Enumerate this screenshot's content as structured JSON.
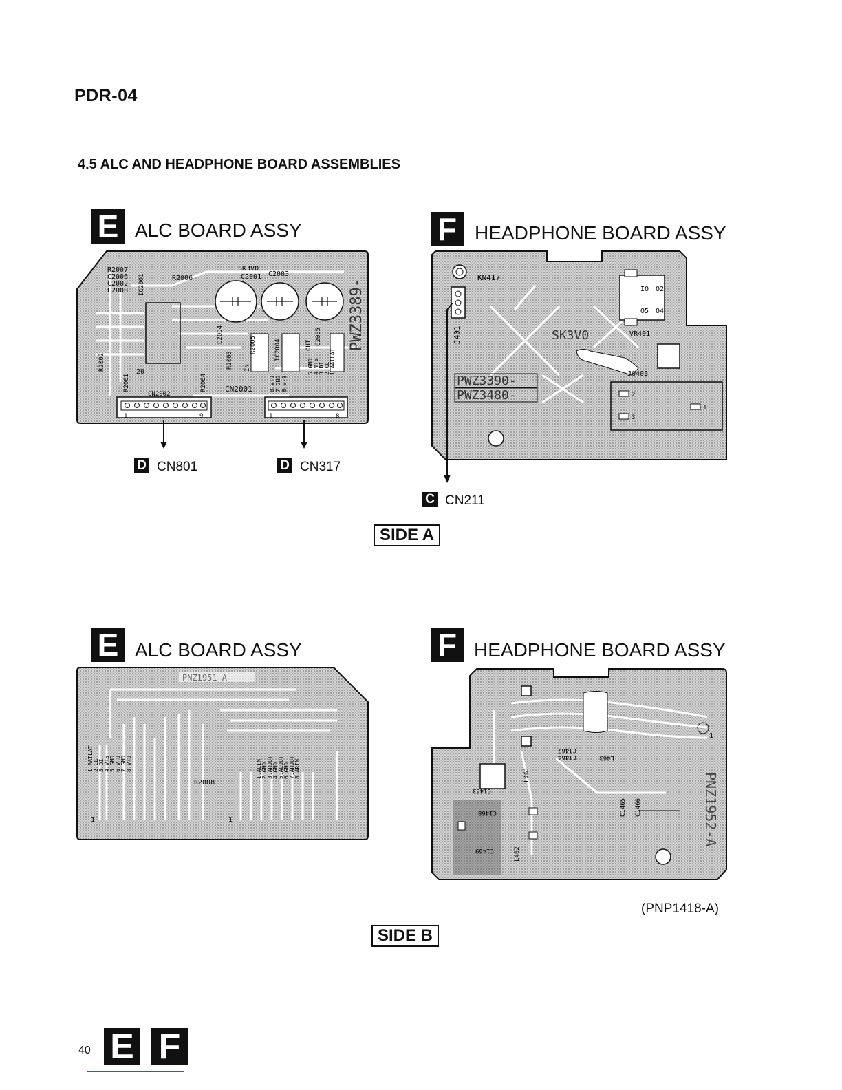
{
  "header": {
    "model": "PDR-04"
  },
  "section": {
    "title": "4.5 ALC AND HEADPHONE BOARD ASSEMBLIES"
  },
  "side_a": {
    "label": "SIDE A",
    "alc": {
      "badge": "E",
      "title": "ALC BOARD ASSY",
      "pcb_code": "PWZ3389-",
      "labels": {
        "r2007": "R2007",
        "c2006": "C2006",
        "c2002": "C2002",
        "c2008": "C2008",
        "ic2001": "IC2001",
        "r2006": "R2006",
        "sk3v0": "SK3V0",
        "c2001": "C2001",
        "c2003": "C2003",
        "r2002": "R2002",
        "r2001": "R2001",
        "pin20": "20",
        "cn2002": "CN2002",
        "c2004": "C2004",
        "r2003": "R2003",
        "r2004": "R2004",
        "r2005": "R2005",
        "ic2004": "IC2004",
        "c2005": "C2005",
        "cn2001": "CN2001",
        "pins_left": [
          "8.V+9",
          "7.GND",
          "6.V-9"
        ],
        "pins_right": [
          "5.GND",
          "4.V+5",
          "3.DI",
          "2.CL",
          "1.AATLAT"
        ],
        "in": "IN",
        "out": "OUT",
        "cn_left_start": "1",
        "cn_left_end": "9",
        "cn_right_start": "1",
        "cn_right_end": "8"
      },
      "connectors": [
        {
          "badge": "D",
          "name": "CN801"
        },
        {
          "badge": "D",
          "name": "CN317"
        }
      ]
    },
    "headphone": {
      "badge": "F",
      "title": "HEADPHONE BOARD ASSY",
      "pcb_codes": [
        "PWZ3390-",
        "PWZ3480-"
      ],
      "labels": {
        "kn417": "KN417",
        "j401": "J401",
        "sk3v0": "SK3V0",
        "vr401": "VR401",
        "jq403": "JQ403",
        "vr_pins": [
          "IO",
          "O2",
          "O5",
          "O4"
        ],
        "j_pins": [
          "2",
          "3",
          "1"
        ]
      },
      "connector": {
        "badge": "C",
        "name": "CN211"
      }
    }
  },
  "side_b": {
    "label": "SIDE B",
    "alc": {
      "badge": "E",
      "title": "ALC BOARD ASSY",
      "pcb_code": "PNZ1951-A",
      "labels": {
        "left_pins": [
          "1.AATLAT",
          "2.CL",
          "3.DI",
          "4.V+5",
          "5.GND",
          "6.V-9",
          "7.GND",
          "8.V+9"
        ],
        "right_pins": [
          "1.ALIN",
          "2.GND",
          "3.AROUT",
          "4.GND",
          "5.ALOUT",
          "6.GND",
          "7.AROUT",
          "8.ARIN"
        ],
        "r2008": "R2008",
        "pin1_left": "1",
        "pin1_right": "1"
      }
    },
    "headphone": {
      "badge": "F",
      "title": "HEADPHONE BOARD ASSY",
      "pcb_code": "PNZ1952-A",
      "labels": {
        "c1467": "C1467",
        "c1464": "C1464",
        "l463": "L463",
        "c1463": "C1463",
        "l461": "L461",
        "c1468": "C1468",
        "l462": "L462",
        "c1469": "C1469",
        "c1465": "C1465",
        "c1466": "C1466",
        "pin1": "1"
      }
    }
  },
  "part_number": "(PNP1418-A)",
  "footer": {
    "page": "40",
    "badges": [
      "E",
      "F"
    ]
  }
}
